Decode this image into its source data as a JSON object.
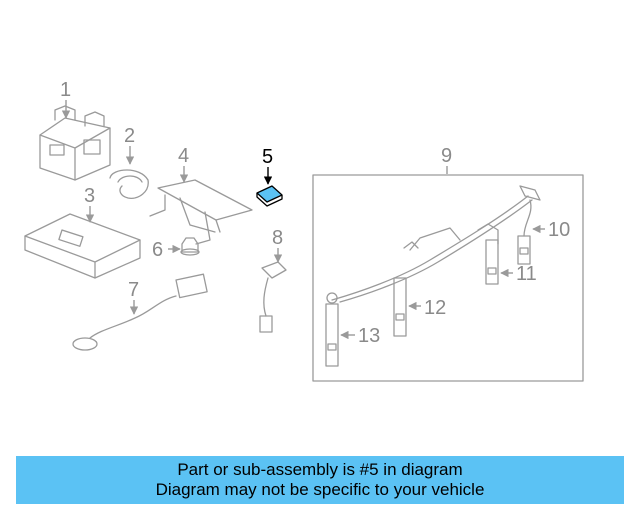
{
  "diagram": {
    "callouts": {
      "c1": "1",
      "c2": "2",
      "c3": "3",
      "c4": "4",
      "c5": "5",
      "c6": "6",
      "c7": "7",
      "c8": "8",
      "c9": "9",
      "c10": "10",
      "c11": "11",
      "c12": "12",
      "c13": "13"
    },
    "highlight_color": "#5bc2f4",
    "line_color": "#9a9a9a"
  },
  "banner": {
    "line1": "Part or sub-assembly is #5 in diagram",
    "line2": "Diagram may not be specific to your vehicle",
    "background": "#5bc2f4"
  }
}
